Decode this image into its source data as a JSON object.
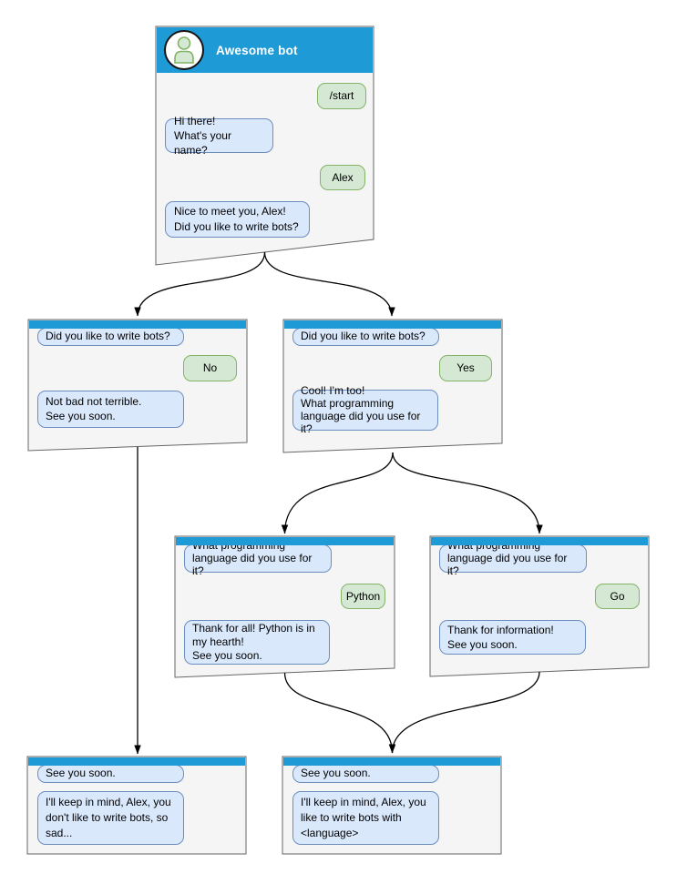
{
  "diagram": {
    "description": "chatbot-conversation-flow",
    "colors": {
      "header_blue": "#1e9ad7",
      "window_fill": "#f5f5f5",
      "window_border": "#666666",
      "bot_bubble_fill": "#dae8fc",
      "bot_bubble_border": "#6c8ebf",
      "user_bubble_fill": "#d5e8d4",
      "user_bubble_border": "#82b366",
      "arrow": "#000000",
      "title_text": "#ffffff"
    },
    "windows": [
      {
        "id": "root",
        "title": "Awesome bot",
        "avatar_icon": "person-icon",
        "messages": [
          {
            "from": "user",
            "text": "/start"
          },
          {
            "from": "bot",
            "text": "Hi there!\nWhat's your name?"
          },
          {
            "from": "user",
            "text": "Alex"
          },
          {
            "from": "bot",
            "text": "Nice to meet you, Alex!\nDid you like to write bots?"
          }
        ]
      },
      {
        "id": "branch-no",
        "messages": [
          {
            "from": "bot",
            "text": "Did you like to write bots?"
          },
          {
            "from": "user",
            "text": "No"
          },
          {
            "from": "bot",
            "text": "Not bad not terrible.\nSee you soon."
          }
        ]
      },
      {
        "id": "branch-yes",
        "messages": [
          {
            "from": "bot",
            "text": "Did you like to write bots?"
          },
          {
            "from": "user",
            "text": "Yes"
          },
          {
            "from": "bot",
            "text": "Cool! I'm too!\nWhat programming\nlanguage did you use for it?"
          }
        ]
      },
      {
        "id": "branch-python",
        "messages": [
          {
            "from": "bot",
            "text": "What programming\nlanguage did you use for it?"
          },
          {
            "from": "user",
            "text": "Python"
          },
          {
            "from": "bot",
            "text": "Thank for all! Python is in\nmy hearth!\nSee you soon."
          }
        ]
      },
      {
        "id": "branch-go",
        "messages": [
          {
            "from": "bot",
            "text": "What programming\nlanguage did you use for it?"
          },
          {
            "from": "user",
            "text": "Go"
          },
          {
            "from": "bot",
            "text": "Thank for information!\nSee you soon."
          }
        ]
      },
      {
        "id": "end-no",
        "messages": [
          {
            "from": "bot",
            "text": "See you soon."
          },
          {
            "from": "bot",
            "text": "I'll keep in mind, Alex, you\ndon't like to write bots, so\nsad..."
          }
        ]
      },
      {
        "id": "end-yes",
        "messages": [
          {
            "from": "bot",
            "text": "See you soon."
          },
          {
            "from": "bot",
            "text": "I'll keep in mind, Alex, you\nlike to write bots with\n<language>"
          }
        ]
      }
    ]
  }
}
